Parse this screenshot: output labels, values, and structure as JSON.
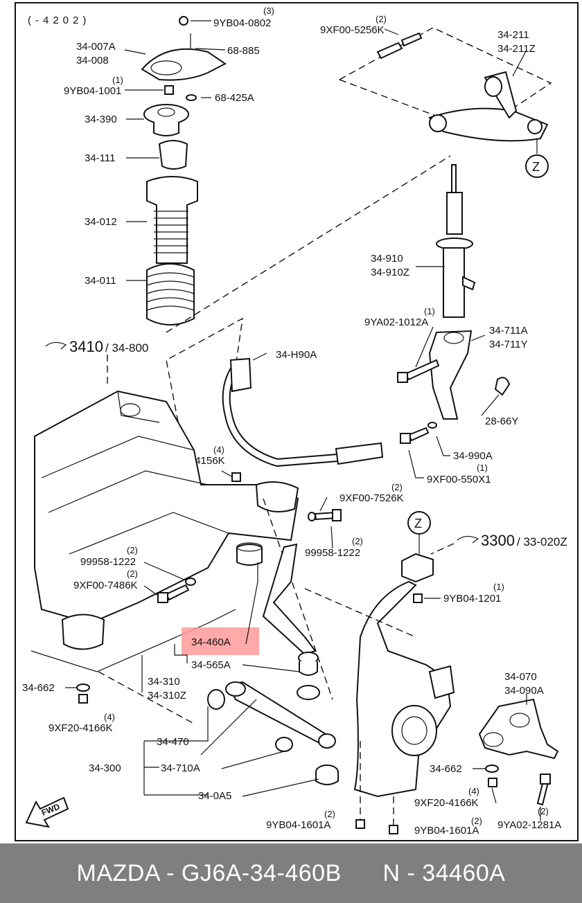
{
  "diagram": {
    "header_code": "(-4202)",
    "highlight_color": "#ff9a9a",
    "callouts": {
      "bolt_top_qty": "(3)",
      "bolt_top": "9YB04-0802",
      "mount_a": "34-007A",
      "mount_b": "34-008",
      "stud": "68-885",
      "nut_qty": "(1)",
      "nut": "9YB04-1001",
      "washer": "68-425A",
      "bearing": "34-390",
      "bump_stop": "34-111",
      "boot": "34-012",
      "spring": "34-011",
      "arm_bolt_qty": "(2)",
      "arm_bolt": "9XF00-5256K",
      "upper_arm_a": "34-211",
      "upper_arm_b": "34-211Z",
      "shock_a": "34-910",
      "shock_b": "34-910Z",
      "shock_bolt_qty": "(1)",
      "shock_bolt": "9YA02-1012A",
      "fork_a": "34-711A",
      "fork_b": "34-711Y",
      "bracket": "28-66Y",
      "fork_bolt": "34-990A",
      "fork_nut_qty": "(1)",
      "fork_nut": "9XF00-550X1",
      "stab_bar": "34-H90A",
      "stab_nut_qty": "(4)",
      "stab_nut": "9XF20-4156K",
      "sub_bolt_qty": "(2)",
      "sub_bolt": "9XF00-7526K",
      "sub_washer_qty": "(2)",
      "sub_washer": "99958-1222",
      "left_washer_qty": "(2)",
      "left_washer": "99958-1222",
      "left_bolt_qty": "(2)",
      "left_bolt": "9XF00-7486K",
      "bushing_highlight": "34-460A",
      "ball_joint": "34-565A",
      "lower_arm_a": "34-310",
      "lower_arm_b": "34-310Z",
      "washer_left": "34-662",
      "nut_left_qty": "(4)",
      "nut_left": "9XF20-4166K",
      "bush_470": "34-470",
      "link_710": "34-710A",
      "assy_300": "34-300",
      "boot_0a5": "34-0A5",
      "knuckle_nut_qty": "(1)",
      "knuckle_nut": "9YB04-1201",
      "hub_a": "34-070",
      "hub_b": "34-090A",
      "washer_right": "34-662",
      "nut_right_qty": "(4)",
      "nut_right": "9XF20-4166K",
      "bolt_1281_qty": "(2)",
      "bolt_1281": "9YA02-1281A",
      "nut_1601_l_qty": "(2)",
      "nut_1601_l": "9YB04-1601A",
      "nut_1601_r_qty": "(2)",
      "nut_1601_r": "9YB04-1601A"
    },
    "refs": {
      "z_marker": "Z",
      "ref_3410": "3410",
      "ref_34800": "/ 34-800",
      "ref_3300": "3300",
      "ref_33020": "/ 33-020Z",
      "fwd": "FWD"
    }
  },
  "footer": {
    "left": "MAZDA - GJ6A-34-460B",
    "right": "N - 34460A"
  }
}
